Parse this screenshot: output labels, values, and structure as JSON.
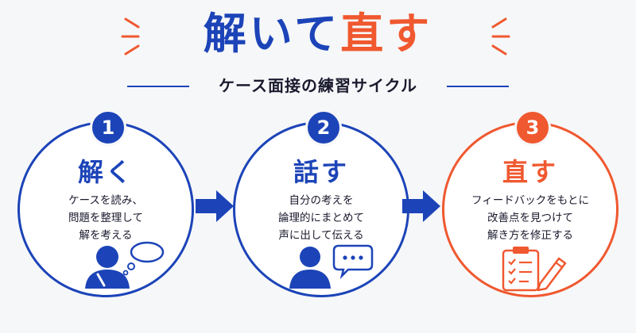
{
  "header": {
    "title_part1": "解いて",
    "title_part2": "直す",
    "subtitle": "ケース面接の練習サイクル"
  },
  "colors": {
    "blue": "#1c44b8",
    "orange": "#f0582f"
  },
  "steps": [
    {
      "number": "1",
      "title": "解く",
      "lines": [
        "ケースを読み、",
        "問題を整理して",
        "解を考える"
      ],
      "icon": "thinking-person-icon",
      "color": "blue"
    },
    {
      "number": "2",
      "title": "話す",
      "lines": [
        "自分の考えを",
        "論理的にまとめて",
        "声に出して伝える"
      ],
      "icon": "speaking-person-icon",
      "color": "blue"
    },
    {
      "number": "3",
      "title": "直す",
      "lines": [
        "フィードバックをもとに",
        "改善点を見つけて",
        "解き方を修正する"
      ],
      "icon": "checklist-pencil-icon",
      "color": "orange"
    }
  ]
}
